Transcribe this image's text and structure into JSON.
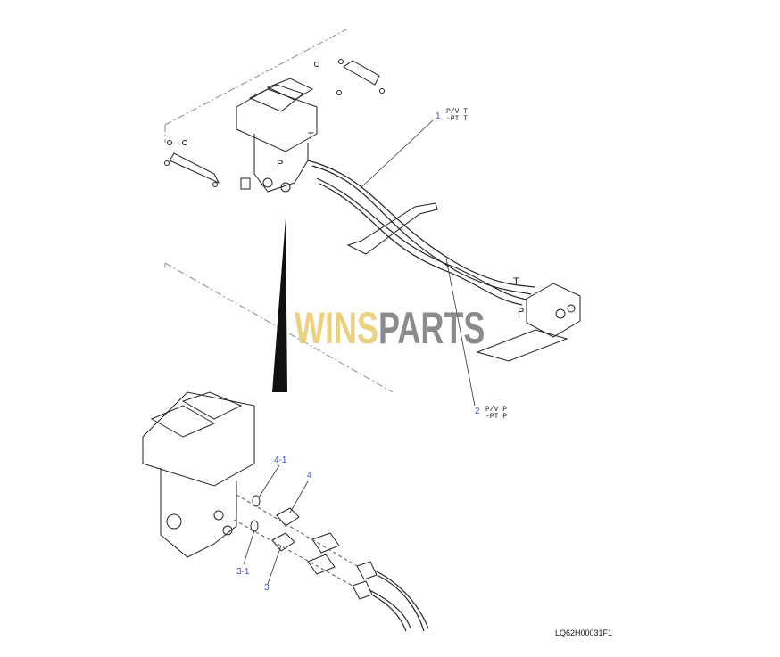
{
  "callouts": {
    "c1": {
      "num": "1",
      "line1": "P/V T",
      "line2": "-PT T"
    },
    "c2": {
      "num": "2",
      "line1": "P/V P",
      "line2": "-PT P"
    },
    "c4_1": "4-1",
    "c4": "4",
    "c3_1": "3-1",
    "c3": "3"
  },
  "ports": {
    "p_main": "P",
    "t_main": "T",
    "p_valve": "P",
    "t_valve": "T"
  },
  "watermark": {
    "part1": "WINS",
    "part2": "PARTS"
  },
  "drawing_code": "LQ62H00031F1",
  "colors": {
    "callout": "#3b4ed8",
    "watermark_gold": "#e9c96b",
    "watermark_gray": "#777777"
  }
}
